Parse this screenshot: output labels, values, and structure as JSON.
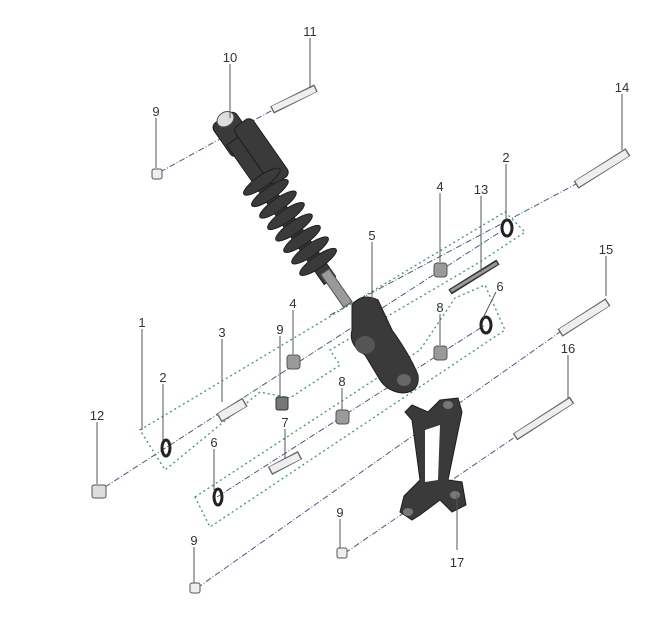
{
  "diagram": {
    "callouts": [
      {
        "id": "c11",
        "label": "11"
      },
      {
        "id": "c10",
        "label": "10"
      },
      {
        "id": "c9a",
        "label": "9"
      },
      {
        "id": "c14",
        "label": "14"
      },
      {
        "id": "c2a",
        "label": "2"
      },
      {
        "id": "c4a",
        "label": "4"
      },
      {
        "id": "c13",
        "label": "13"
      },
      {
        "id": "c5",
        "label": "5"
      },
      {
        "id": "c15",
        "label": "15"
      },
      {
        "id": "c6a",
        "label": "6"
      },
      {
        "id": "c8a",
        "label": "8"
      },
      {
        "id": "c4b",
        "label": "4"
      },
      {
        "id": "c1",
        "label": "1"
      },
      {
        "id": "c3",
        "label": "3"
      },
      {
        "id": "c9b",
        "label": "9"
      },
      {
        "id": "c2b",
        "label": "2"
      },
      {
        "id": "c8b",
        "label": "8"
      },
      {
        "id": "c16",
        "label": "16"
      },
      {
        "id": "c12",
        "label": "12"
      },
      {
        "id": "c7",
        "label": "7"
      },
      {
        "id": "c6b",
        "label": "6"
      },
      {
        "id": "c9c",
        "label": "9"
      },
      {
        "id": "c9d",
        "label": "9"
      },
      {
        "id": "c17",
        "label": "17"
      }
    ],
    "colors": {
      "axis_lines": "#4a5a8a",
      "group_outline": "#3a9a6a",
      "parts_dark": "#3a3a3a",
      "bolts": "#e6e6e6"
    }
  }
}
